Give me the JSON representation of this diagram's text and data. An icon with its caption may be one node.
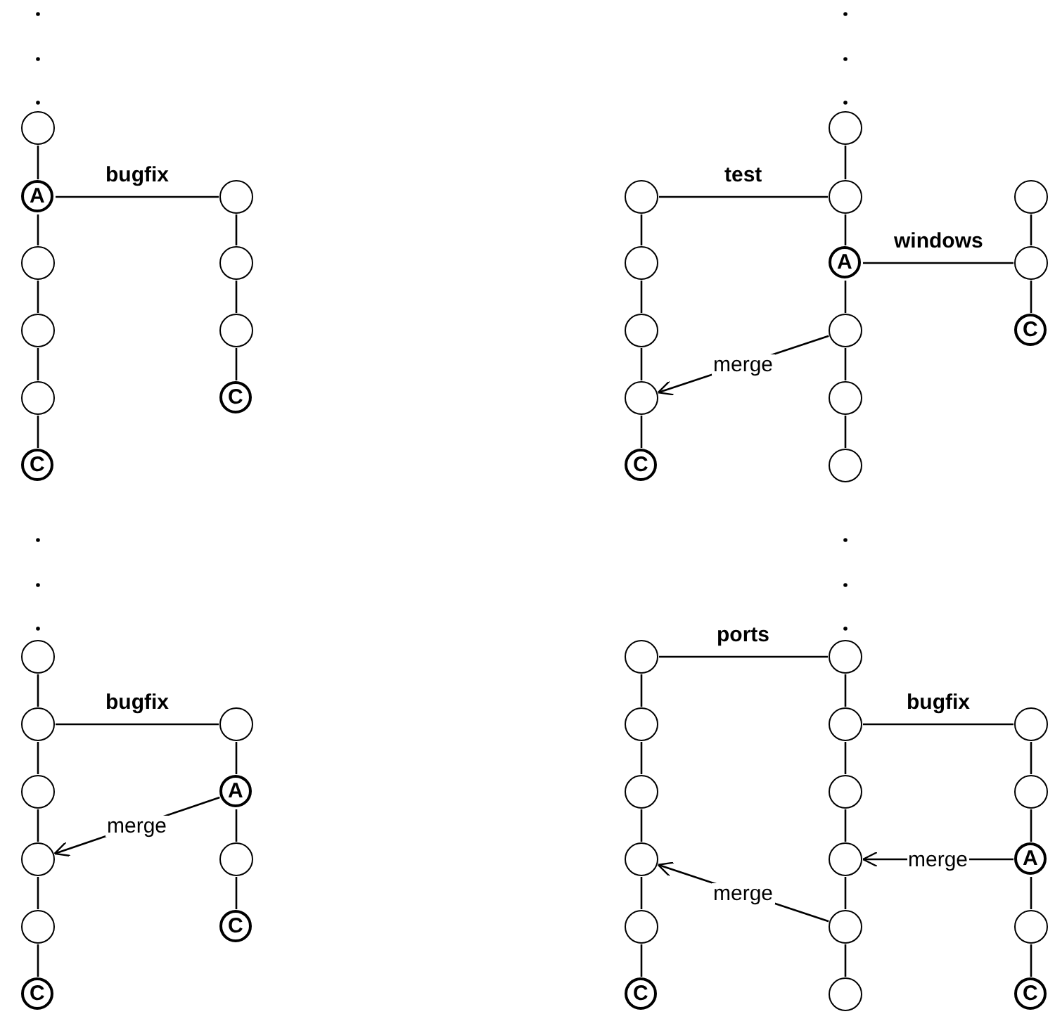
{
  "diagram": {
    "nodes": [
      {
        "text": [],
        "shape": "circle"
      },
      {
        "text": [
          "A"
        ]
      },
      {
        "text": [],
        "shape": "circle"
      },
      {
        "text": [],
        "shape": "circle"
      },
      {
        "text": [],
        "shape": "circle"
      },
      {
        "text": [
          "C"
        ]
      },
      {
        "text": [],
        "shape": "circle"
      },
      {
        "text": [],
        "shape": "circle"
      },
      {
        "text": [],
        "shape": "circle"
      },
      {
        "text": [
          "C"
        ]
      },
      {
        "text": [],
        "shape": "circle"
      },
      {
        "text": [],
        "shape": "circle"
      },
      {
        "text": [],
        "shape": "circle"
      },
      {
        "text": [],
        "shape": "circle"
      },
      {
        "text": [
          "C"
        ]
      },
      {
        "text": [],
        "shape": "circle"
      },
      {
        "text": [],
        "shape": "circle"
      },
      {
        "text": [
          "A"
        ]
      },
      {
        "text": [],
        "shape": "circle"
      },
      {
        "text": [],
        "shape": "circle"
      },
      {
        "text": [],
        "shape": "circle"
      },
      {
        "text": [],
        "shape": "circle"
      },
      {
        "text": [],
        "shape": "circle"
      },
      {
        "text": [
          "C"
        ]
      },
      {
        "text": [],
        "shape": "circle"
      },
      {
        "text": [],
        "shape": "circle"
      },
      {
        "text": [],
        "shape": "circle"
      },
      {
        "text": [],
        "shape": "circle"
      },
      {
        "text": [],
        "shape": "circle"
      },
      {
        "text": [
          "C"
        ]
      },
      {
        "text": [],
        "shape": "circle"
      },
      {
        "text": [
          "A"
        ]
      },
      {
        "text": [],
        "shape": "circle"
      },
      {
        "text": [
          "C"
        ]
      },
      {
        "text": [],
        "shape": "circle"
      },
      {
        "text": [],
        "shape": "circle"
      },
      {
        "text": [],
        "shape": "circle"
      },
      {
        "text": [],
        "shape": "circle"
      },
      {
        "text": [],
        "shape": "circle"
      },
      {
        "text": [
          "C"
        ]
      },
      {
        "text": [],
        "shape": "circle"
      },
      {
        "text": [],
        "shape": "circle"
      },
      {
        "text": [],
        "shape": "circle"
      },
      {
        "text": [],
        "shape": "circle"
      },
      {
        "text": [],
        "shape": "circle"
      },
      {
        "text": [],
        "shape": "circle"
      },
      {
        "text": [],
        "shape": "circle"
      },
      {
        "text": [],
        "shape": "circle"
      },
      {
        "text": [
          "A"
        ]
      },
      {
        "text": [],
        "shape": "circle"
      },
      {
        "text": [
          "C"
        ]
      }
    ],
    "edges": [
      {
        "from": 0,
        "to": 1,
        "arrow": "none"
      },
      {
        "from": 1,
        "to": 2,
        "arrow": "none"
      },
      {
        "from": 2,
        "to": 3,
        "arrow": "none"
      },
      {
        "from": 3,
        "to": 4,
        "arrow": "none"
      },
      {
        "from": 4,
        "to": 5,
        "arrow": "none"
      },
      {
        "from": 1,
        "to": 6,
        "arrow": "none",
        "label": "bugfix"
      },
      {
        "from": 6,
        "to": 7,
        "arrow": "none"
      },
      {
        "from": 7,
        "to": 8,
        "arrow": "none"
      },
      {
        "from": 8,
        "to": 9,
        "arrow": "none"
      },
      {
        "from": 10,
        "to": 11,
        "arrow": "none"
      },
      {
        "from": 11,
        "to": 12,
        "arrow": "none"
      },
      {
        "from": 12,
        "to": 13,
        "arrow": "none"
      },
      {
        "from": 13,
        "to": 14,
        "arrow": "none"
      },
      {
        "from": 15,
        "to": 16,
        "arrow": "none"
      },
      {
        "from": 16,
        "to": 17,
        "arrow": "none"
      },
      {
        "from": 17,
        "to": 18,
        "arrow": "none"
      },
      {
        "from": 18,
        "to": 19,
        "arrow": "none"
      },
      {
        "from": 19,
        "to": 20,
        "arrow": "none"
      },
      {
        "from": 21,
        "to": 22,
        "arrow": "none"
      },
      {
        "from": 22,
        "to": 23,
        "arrow": "none"
      },
      {
        "from": 10,
        "to": 16,
        "arrow": "none",
        "label": "test"
      },
      {
        "from": 17,
        "to": 22,
        "arrow": "none",
        "label": "windows"
      },
      {
        "from": 18,
        "to": 13,
        "arrow": "to",
        "label": "merge"
      },
      {
        "from": 24,
        "to": 25,
        "arrow": "none"
      },
      {
        "from": 25,
        "to": 26,
        "arrow": "none"
      },
      {
        "from": 26,
        "to": 27,
        "arrow": "none"
      },
      {
        "from": 27,
        "to": 28,
        "arrow": "none"
      },
      {
        "from": 28,
        "to": 29,
        "arrow": "none"
      },
      {
        "from": 30,
        "to": 31,
        "arrow": "none"
      },
      {
        "from": 31,
        "to": 32,
        "arrow": "none"
      },
      {
        "from": 32,
        "to": 33,
        "arrow": "none"
      },
      {
        "from": 25,
        "to": 30,
        "arrow": "none",
        "label": "bugfix"
      },
      {
        "from": 31,
        "to": 27,
        "arrow": "to",
        "label": "merge"
      },
      {
        "from": 34,
        "to": 35,
        "arrow": "none"
      },
      {
        "from": 35,
        "to": 36,
        "arrow": "none"
      },
      {
        "from": 36,
        "to": 37,
        "arrow": "none"
      },
      {
        "from": 37,
        "to": 38,
        "arrow": "none"
      },
      {
        "from": 38,
        "to": 39,
        "arrow": "none"
      },
      {
        "from": 40,
        "to": 41,
        "arrow": "none"
      },
      {
        "from": 41,
        "to": 42,
        "arrow": "none"
      },
      {
        "from": 42,
        "to": 43,
        "arrow": "none"
      },
      {
        "from": 43,
        "to": 44,
        "arrow": "none"
      },
      {
        "from": 44,
        "to": 45,
        "arrow": "none"
      },
      {
        "from": 46,
        "to": 47,
        "arrow": "none"
      },
      {
        "from": 47,
        "to": 48,
        "arrow": "none"
      },
      {
        "from": 48,
        "to": 49,
        "arrow": "none"
      },
      {
        "from": 49,
        "to": 50,
        "arrow": "none"
      },
      {
        "from": 34,
        "to": 40,
        "arrow": "none",
        "label": "ports"
      },
      {
        "from": 41,
        "to": 46,
        "arrow": "none",
        "label": "bugfix"
      },
      {
        "from": 48,
        "to": 43,
        "arrow": "to",
        "label": "merge"
      },
      {
        "from": 44,
        "to": 37,
        "arrow": "to",
        "label": "merge"
      }
    ]
  }
}
